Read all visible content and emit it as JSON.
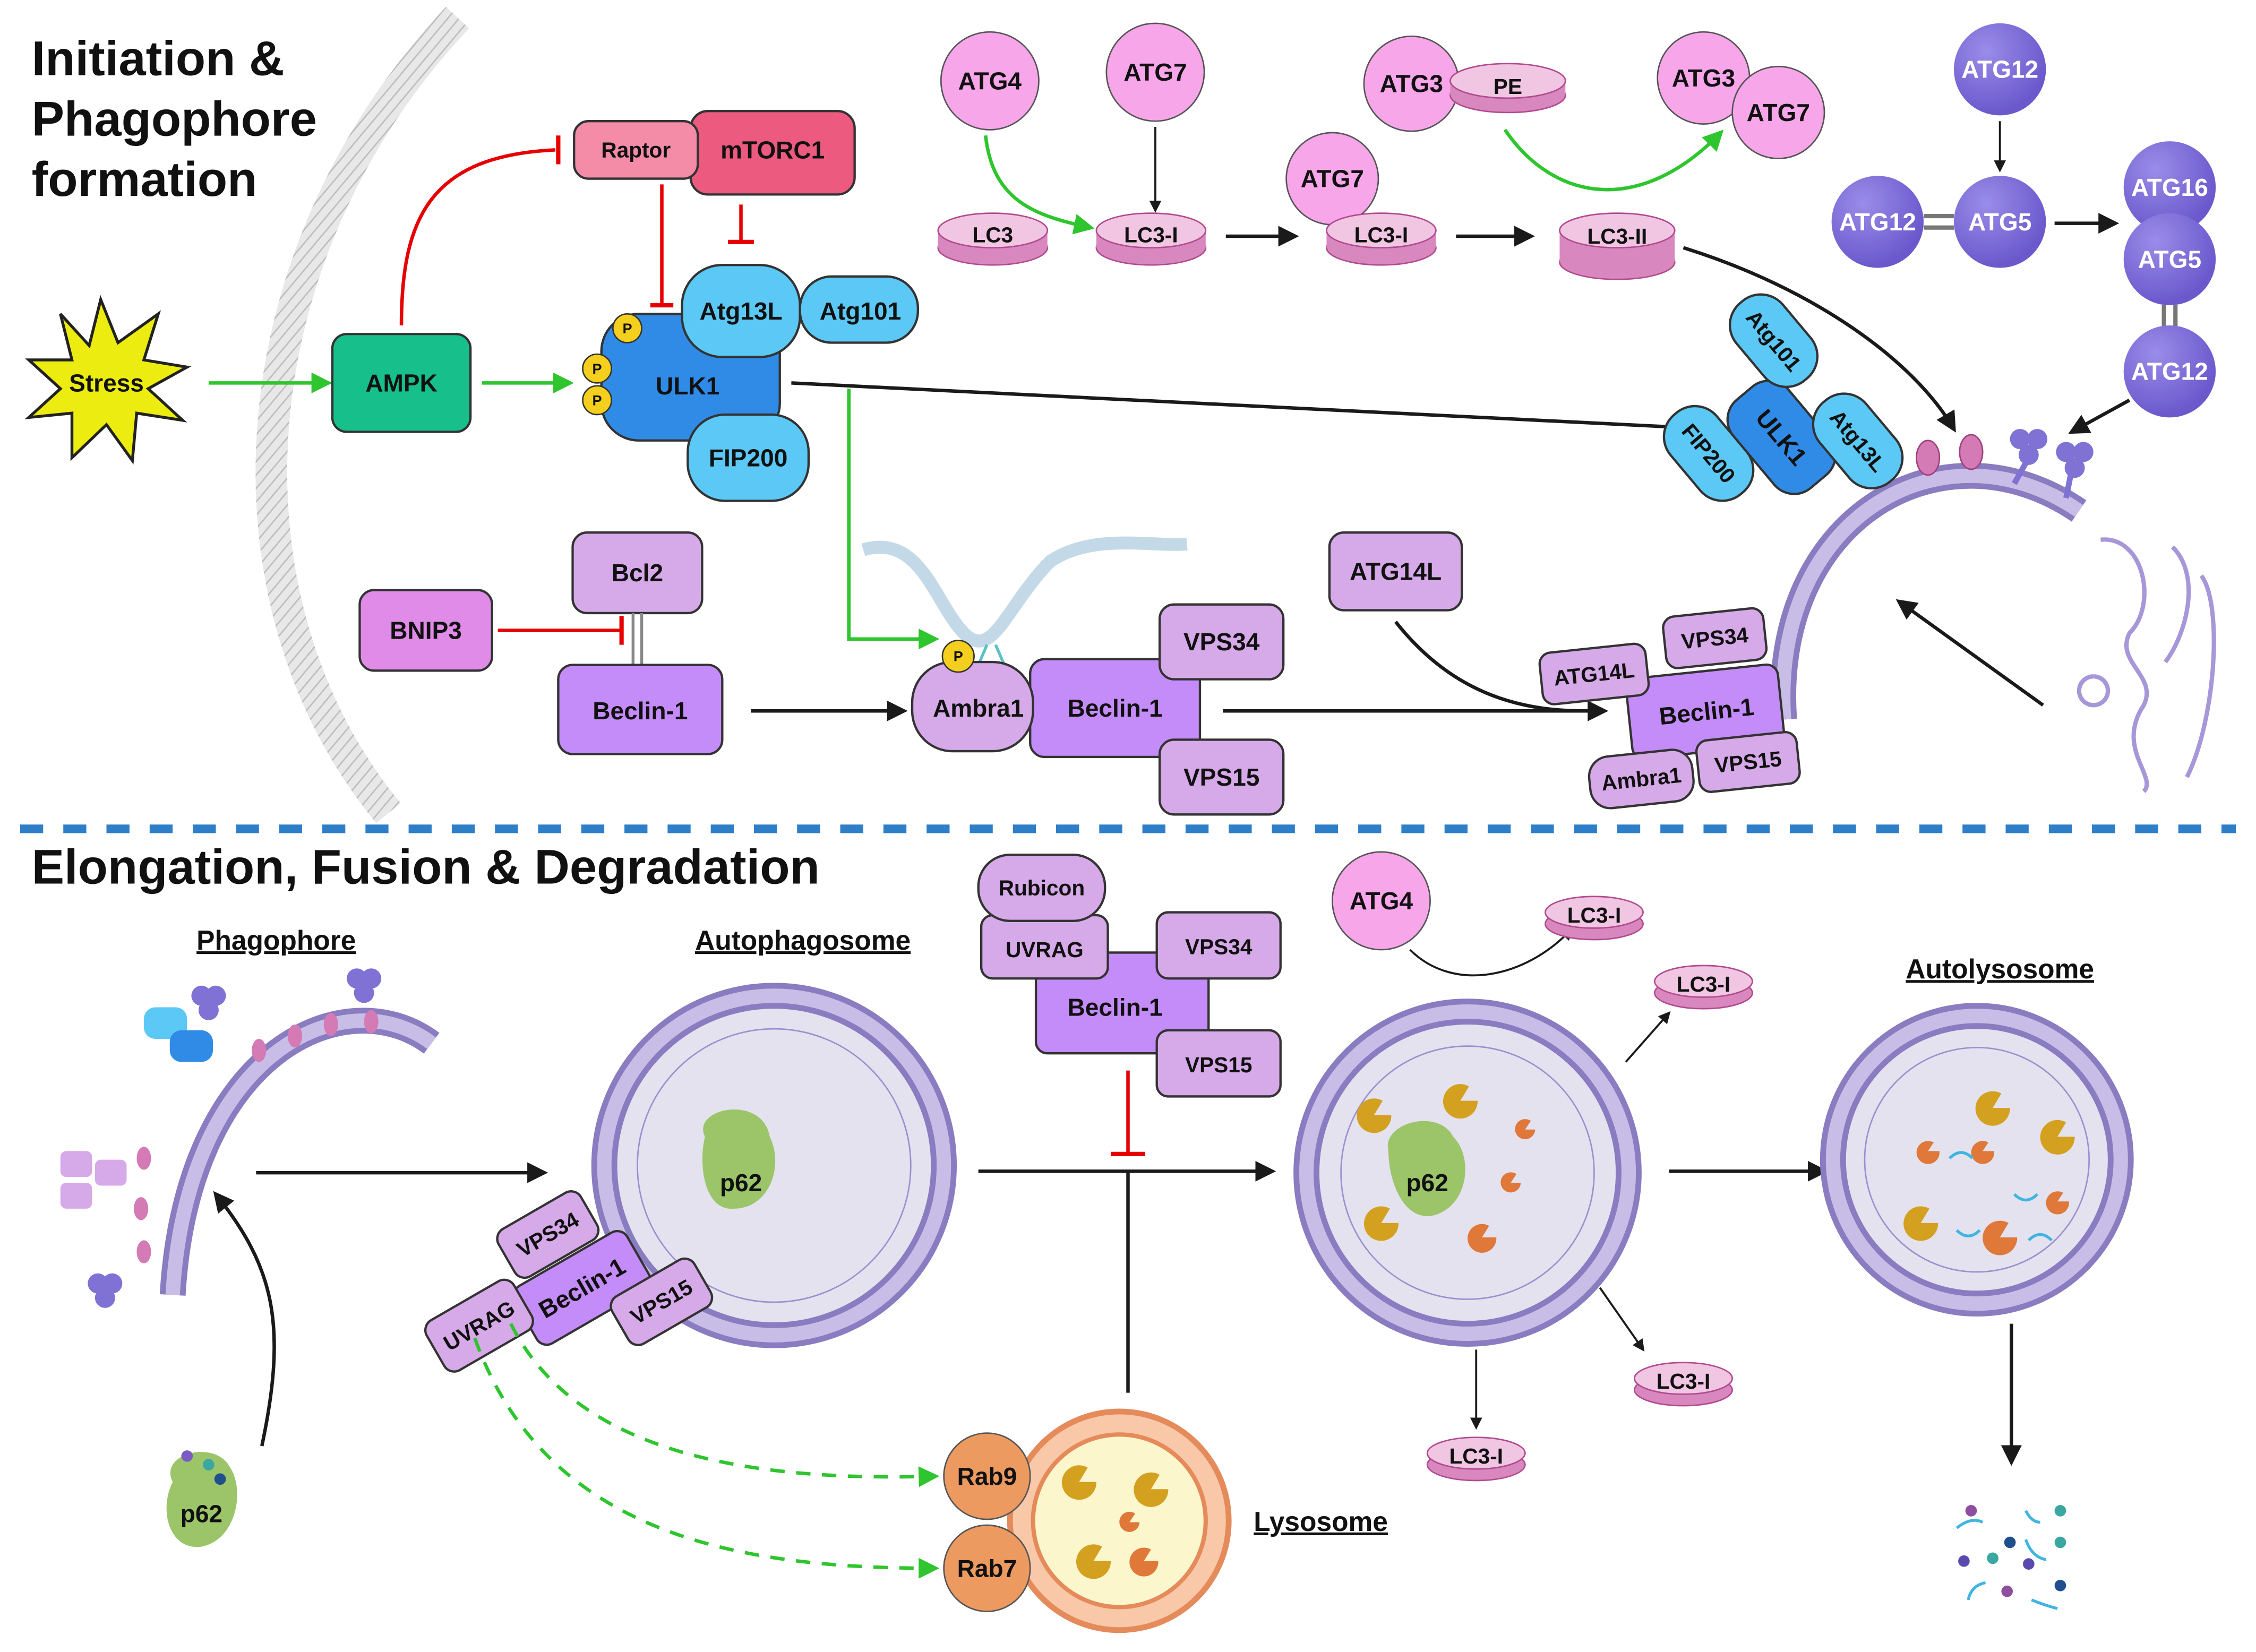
{
  "headings": {
    "top": [
      "Initiation &",
      "Phagophore",
      "formation"
    ],
    "bottom": "Elongation, Fusion & Degradation"
  },
  "colors": {
    "activation_arrow": "#2ec52e",
    "inhibition_arrow": "#e60000",
    "section_divider": "#2f7fc8",
    "ulk_complex": "#5bc8f5",
    "ulk1": "#2f8be6",
    "beclin": "#c48cf8",
    "beclin_partners": "#d6a9e8",
    "atg_pink": "#f7a6ea",
    "atg_purple": "#7b6ad6",
    "lc3_disc": "#e3a0cf",
    "mtorc1": "#ec5a80",
    "raptor": "#f48ca8",
    "ampk": "#17c08a",
    "stress": "#ecec10",
    "p62": "#9cc56a",
    "rab": "#ec9a60"
  },
  "initiation": {
    "stress": "Stress",
    "ampk": "AMPK",
    "raptor": "Raptor",
    "mtorc1": "mTORC1",
    "ulk_complex": {
      "ulk1": "ULK1",
      "atg13l": "Atg13L",
      "atg101": "Atg101",
      "fip200": "FIP200",
      "phospho": "P"
    },
    "bnip3": "BNIP3",
    "bcl2": "Bcl2",
    "beclin_free": "Beclin-1",
    "ambra_complex": {
      "ambra1": "Ambra1",
      "beclin": "Beclin-1",
      "vps34": "VPS34",
      "vps15": "VPS15",
      "phospho": "P"
    },
    "atg14l": "ATG14L",
    "pi3k_complex": {
      "atg14l": "ATG14L",
      "vps34": "VPS34",
      "beclin": "Beclin-1",
      "ambra1": "Ambra1",
      "vps15": "VPS15"
    },
    "membrane_ulk": {
      "atg101": "Atg101",
      "atg13l": "Atg13L",
      "ulk1": "ULK1",
      "fip200": "FIP200"
    }
  },
  "lc3_pathway": {
    "atg4": "ATG4",
    "atg7_a": "ATG7",
    "lc3": "LC3",
    "lc3_i_a": "LC3-I",
    "atg7_b": "ATG7",
    "lc3_i_b": "LC3-I",
    "atg3": "ATG3",
    "pe": "PE",
    "atg3_b": "ATG3",
    "atg7_c": "ATG7",
    "lc3_ii": "LC3-II"
  },
  "atg12_pathway": {
    "atg12_top": "ATG12",
    "atg12_left": "ATG12",
    "atg5": "ATG5",
    "atg16": "ATG16",
    "atg5_b": "ATG5",
    "atg12_bottom": "ATG12"
  },
  "elongation": {
    "phagophore_label": "Phagophore",
    "autophagosome_label": "Autophagosome",
    "autolysosome_label": "Autolysosome",
    "lysosome_label": "Lysosome",
    "p62": "p62",
    "uvrag_complex": {
      "uvrag": "UVRAG",
      "vps34": "VPS34",
      "beclin": "Beclin-1",
      "vps15": "VPS15"
    },
    "rubicon_complex": {
      "rubicon": "Rubicon",
      "uvrag": "UVRAG",
      "vps34": "VPS34",
      "beclin": "Beclin-1",
      "vps15": "VPS15"
    },
    "atg4": "ATG4",
    "lc3_released": [
      "LC3-I",
      "LC3-I",
      "LC3-I",
      "LC3-I"
    ],
    "rab9": "Rab9",
    "rab7": "Rab7"
  }
}
